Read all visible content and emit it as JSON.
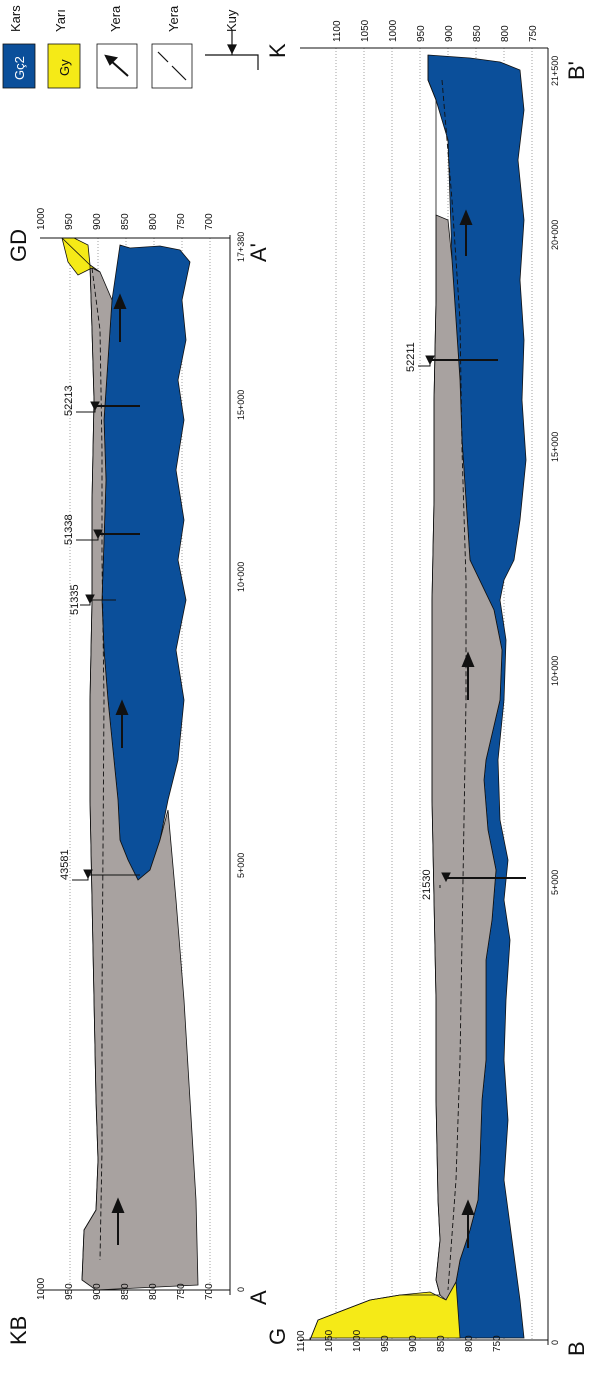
{
  "colors": {
    "karst": "#0b4f9a",
    "alluvium": "#a8a2a0",
    "yellow_unit": "#f5ea17",
    "line": "#111111",
    "grid": "#8a8a8a"
  },
  "section_a": {
    "start_label": "A",
    "end_label": "A'",
    "left_dir": "KB",
    "right_dir": "GD",
    "elev_left": [
      "1000",
      "950",
      "900",
      "850",
      "800",
      "750",
      "700"
    ],
    "elev_right": [
      "1000",
      "950",
      "900",
      "850",
      "800",
      "750",
      "700"
    ],
    "chainage": [
      "0",
      "5+000",
      "10+000",
      "15+000",
      "17+380"
    ],
    "wells": [
      "43581",
      "51335",
      "51338",
      "52213"
    ]
  },
  "section_b": {
    "start_label": "B",
    "end_label": "B'",
    "left_dir": "G",
    "right_dir": "K",
    "elev_left": [
      "1100",
      "1050",
      "1000",
      "950",
      "900",
      "850",
      "800",
      "750"
    ],
    "elev_right": [
      "1100",
      "1050",
      "1000",
      "950",
      "900",
      "850",
      "800",
      "750"
    ],
    "chainage": [
      "0",
      "5+000",
      "10+000",
      "15+000",
      "20+000",
      "21+500"
    ],
    "wells": [
      "21530",
      "52211"
    ]
  },
  "legend": {
    "items": [
      {
        "symbol": "Gç2",
        "label": "Kars"
      },
      {
        "symbol": "Gy",
        "label": "Yarı"
      },
      {
        "symbol": "arrow",
        "label": "Yera"
      },
      {
        "symbol": "dashed-line",
        "label": "Yera"
      },
      {
        "symbol": "well",
        "label": "Kuy"
      }
    ]
  }
}
